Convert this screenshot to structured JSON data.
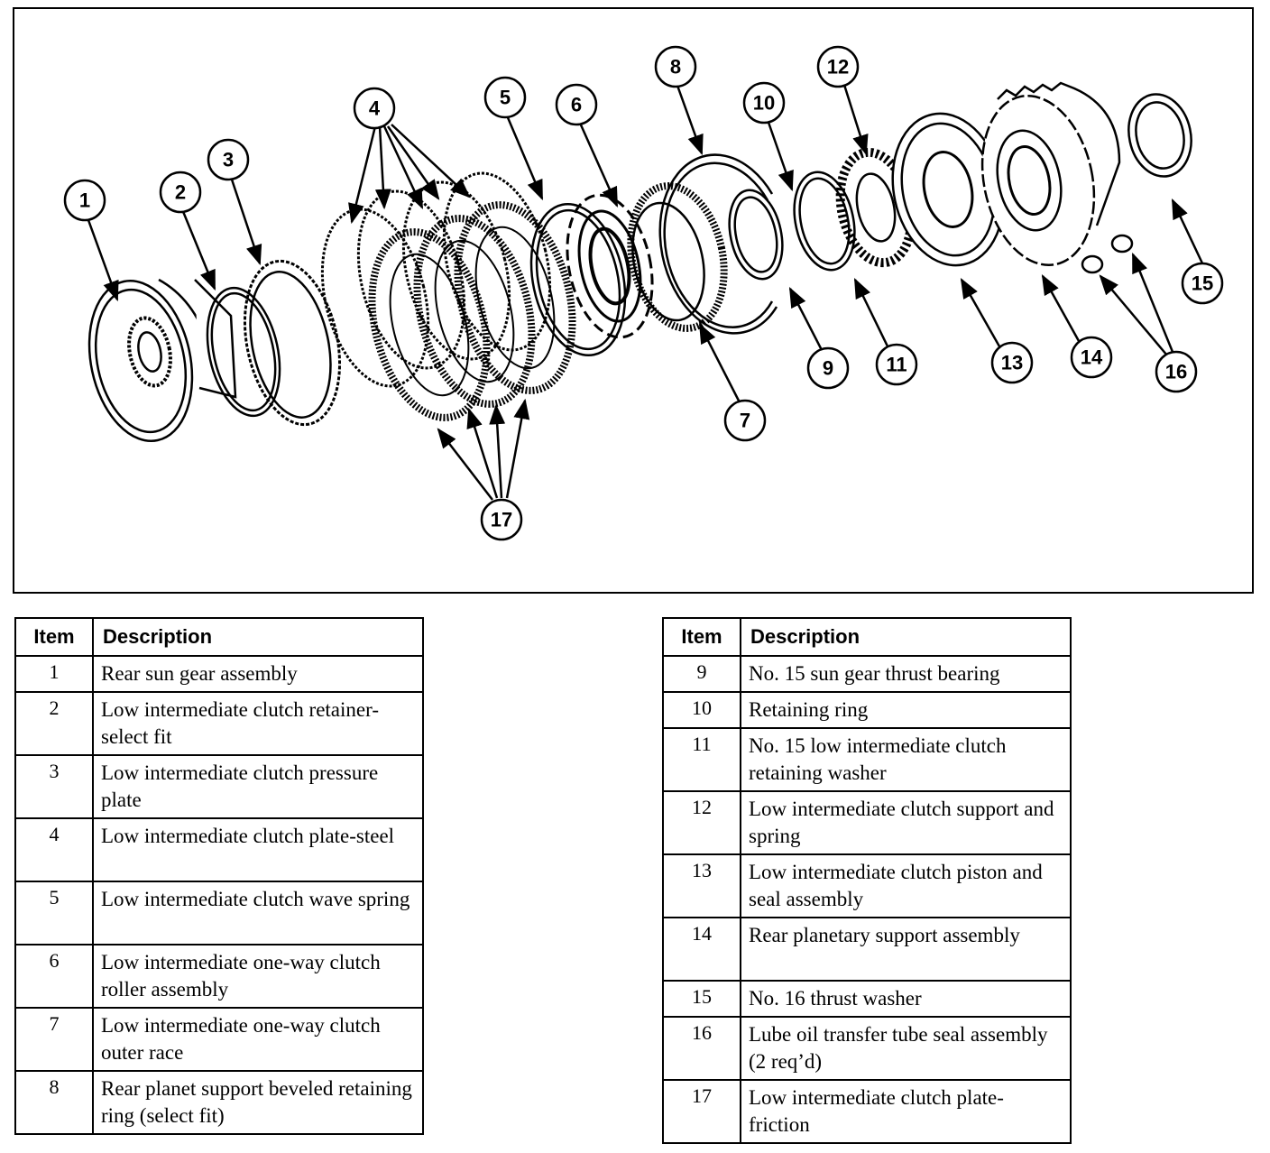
{
  "callouts": [
    "1",
    "2",
    "3",
    "4",
    "5",
    "6",
    "7",
    "8",
    "9",
    "10",
    "11",
    "12",
    "13",
    "14",
    "15",
    "16",
    "17"
  ],
  "tables": {
    "left": {
      "header_item": "Item",
      "header_desc": "Description",
      "rows": [
        {
          "item": "1",
          "desc": "Rear sun gear assembly"
        },
        {
          "item": "2",
          "desc": "Low intermediate clutch retainer-select fit"
        },
        {
          "item": "3",
          "desc": "Low intermediate clutch pressure plate"
        },
        {
          "item": "4",
          "desc": "Low intermediate clutch plate-steel"
        },
        {
          "item": "5",
          "desc": "Low intermediate clutch wave spring"
        },
        {
          "item": "6",
          "desc": "Low intermediate one-way clutch roller assembly"
        },
        {
          "item": "7",
          "desc": "Low intermediate one-way clutch outer race"
        },
        {
          "item": "8",
          "desc": "Rear planet support beveled retaining ring (select fit)"
        }
      ]
    },
    "right": {
      "header_item": "Item",
      "header_desc": "Description",
      "rows": [
        {
          "item": "9",
          "desc": "No. 15 sun gear thrust bearing"
        },
        {
          "item": "10",
          "desc": "Retaining ring"
        },
        {
          "item": "11",
          "desc": "No. 15 low intermediate clutch retaining washer"
        },
        {
          "item": "12",
          "desc": "Low intermediate clutch support and spring"
        },
        {
          "item": "13",
          "desc": "Low intermediate clutch piston and seal assembly"
        },
        {
          "item": "14",
          "desc": "Rear planetary support assembly"
        },
        {
          "item": "15",
          "desc": "No. 16 thrust washer"
        },
        {
          "item": "16",
          "desc": "Lube oil transfer tube seal assembly (2 req’d)"
        },
        {
          "item": "17",
          "desc": "Low intermediate clutch plate-friction"
        }
      ]
    }
  }
}
